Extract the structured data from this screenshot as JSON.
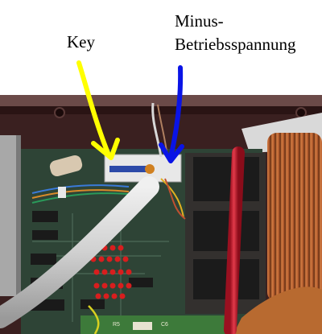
{
  "labels": {
    "key": "Key",
    "minus_line1": "Minus-",
    "minus_line2": "Betriebsspannung"
  },
  "pcb_text": {
    "marking_a": "R5",
    "marking_b": "C6"
  },
  "colors": {
    "background": "#ffffff",
    "key_arrow": "#ffff00",
    "minus_arrow": "#0a14e6",
    "pcb": "#2e4436",
    "chassis": "#3a2020",
    "cable": "#dcdcdc",
    "red_tube": "#d2283a",
    "copper_coil": "#c46a36",
    "led": "#d81e1e"
  },
  "icons": {
    "key_arrow": "yellow-arrow-icon",
    "minus_arrow": "blue-arrow-icon"
  }
}
